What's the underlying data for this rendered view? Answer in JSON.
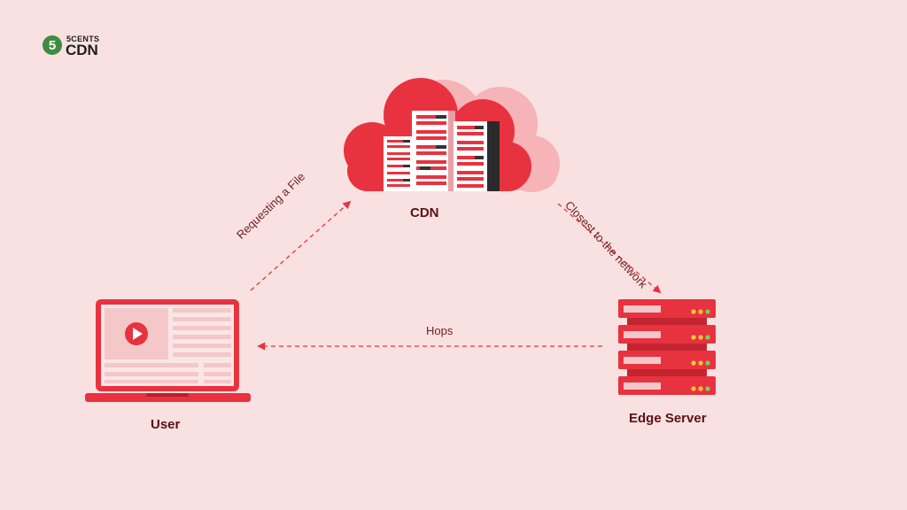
{
  "logo": {
    "badge": "5",
    "line1": "5CENTS",
    "line2": "CDN"
  },
  "nodes": {
    "cdn": "CDN",
    "user": "User",
    "edge_server": "Edge Server"
  },
  "edges": {
    "requesting": "Requesting a File",
    "closest": "Closest to the network",
    "hops": "Hops"
  },
  "colors": {
    "background": "#f9e1e1",
    "accent": "#e8323f",
    "accent_light": "#f6b3b8",
    "dark": "#5a1016"
  },
  "icons": [
    "cloud-icon",
    "server-rack-icon",
    "laptop-icon",
    "play-icon",
    "edge-server-icon"
  ]
}
